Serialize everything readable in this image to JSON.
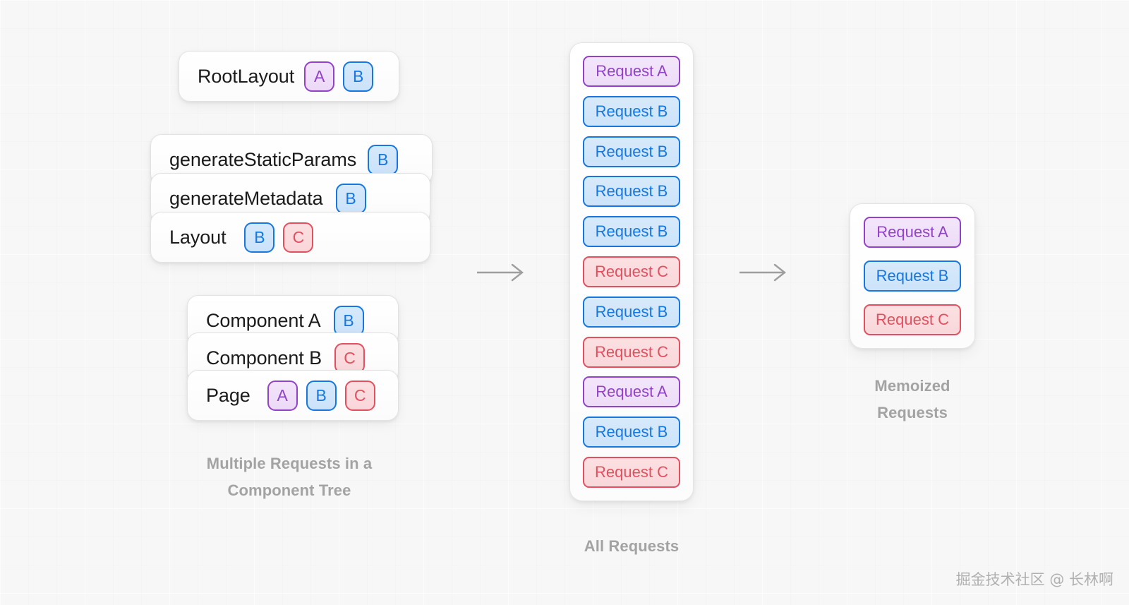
{
  "colors": {
    "a": "#9242c8",
    "b": "#1677e0",
    "c": "#e2505f",
    "background": "#f7f7f7",
    "caption": "#a3a3a3",
    "arrow": "#9e9e9e",
    "card_text": "#1b1b1b"
  },
  "component_tree": {
    "caption_line1": "Multiple Requests in a",
    "caption_line2": "Component Tree",
    "group_root": [
      {
        "label": "RootLayout",
        "badges": [
          "A",
          "B"
        ]
      }
    ],
    "group_layout": [
      {
        "label": "generateStaticParams",
        "badges": [
          "B"
        ]
      },
      {
        "label": "generateMetadata",
        "badges": [
          "B"
        ]
      },
      {
        "label": "Layout",
        "badges": [
          "B",
          "C"
        ]
      }
    ],
    "group_page": [
      {
        "label": "Component A",
        "badges": [
          "B"
        ]
      },
      {
        "label": "Component B",
        "badges": [
          "C"
        ]
      },
      {
        "label": "Page",
        "badges": [
          "A",
          "B",
          "C"
        ]
      }
    ]
  },
  "all_requests": {
    "caption": "All  Requests",
    "items": [
      "Request A",
      "Request B",
      "Request B",
      "Request B",
      "Request B",
      "Request C",
      "Request B",
      "Request C",
      "Request A",
      "Request B",
      "Request C"
    ],
    "kinds": [
      "a",
      "b",
      "b",
      "b",
      "b",
      "c",
      "b",
      "c",
      "a",
      "b",
      "c"
    ]
  },
  "memoized_requests": {
    "caption_line1": "Memoized",
    "caption_line2": "Requests",
    "items": [
      "Request A",
      "Request B",
      "Request C"
    ],
    "kinds": [
      "a",
      "b",
      "c"
    ]
  },
  "arrows": {
    "first": "arrow-right-icon",
    "second": "arrow-right-icon"
  },
  "watermark": "掘金技术社区 @ 长林啊"
}
